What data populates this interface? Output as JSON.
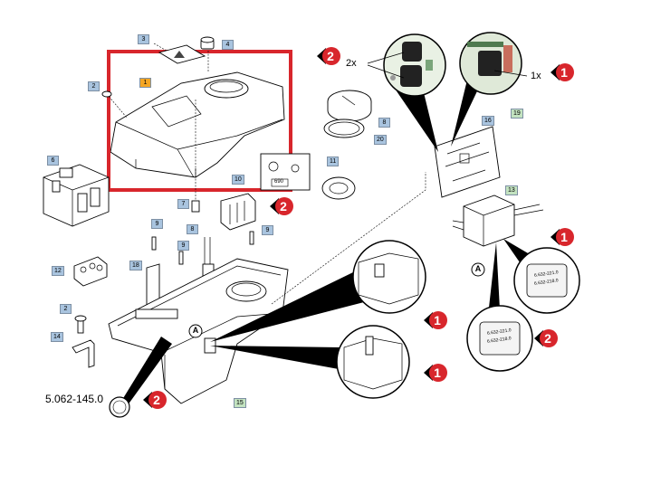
{
  "part_number": "5.062-145.0",
  "callouts": [
    {
      "label": "1",
      "color": "#d8262c"
    },
    {
      "label": "2",
      "color": "#d8262c"
    }
  ],
  "quantities": {
    "qty_2": "2x",
    "qty_1": "1x"
  },
  "detail_letter": "A",
  "part_tags": [
    {
      "num": "1",
      "style": "orange"
    },
    {
      "num": "2",
      "style": "blue"
    },
    {
      "num": "3",
      "style": "blue"
    },
    {
      "num": "4",
      "style": "blue"
    },
    {
      "num": "6",
      "style": "blue"
    },
    {
      "num": "7",
      "style": "blue"
    },
    {
      "num": "8",
      "style": "blue"
    },
    {
      "num": "9",
      "style": "blue"
    },
    {
      "num": "10",
      "style": "blue"
    },
    {
      "num": "11",
      "style": "blue"
    },
    {
      "num": "12",
      "style": "blue"
    },
    {
      "num": "13",
      "style": "green"
    },
    {
      "num": "14",
      "style": "blue"
    },
    {
      "num": "15",
      "style": "green"
    },
    {
      "num": "16",
      "style": "blue"
    },
    {
      "num": "18",
      "style": "blue"
    },
    {
      "num": "19",
      "style": "green"
    },
    {
      "num": "20",
      "style": "blue"
    }
  ],
  "board_text": "690",
  "coil_labels": {
    "line1": "6.632-221.0",
    "line2": "6.632-218.0"
  },
  "colors": {
    "highlight_box": "#d8262c",
    "tag_blue": "#a9c4df",
    "tag_green": "#c3e3c0",
    "tag_orange": "#f5a623"
  }
}
